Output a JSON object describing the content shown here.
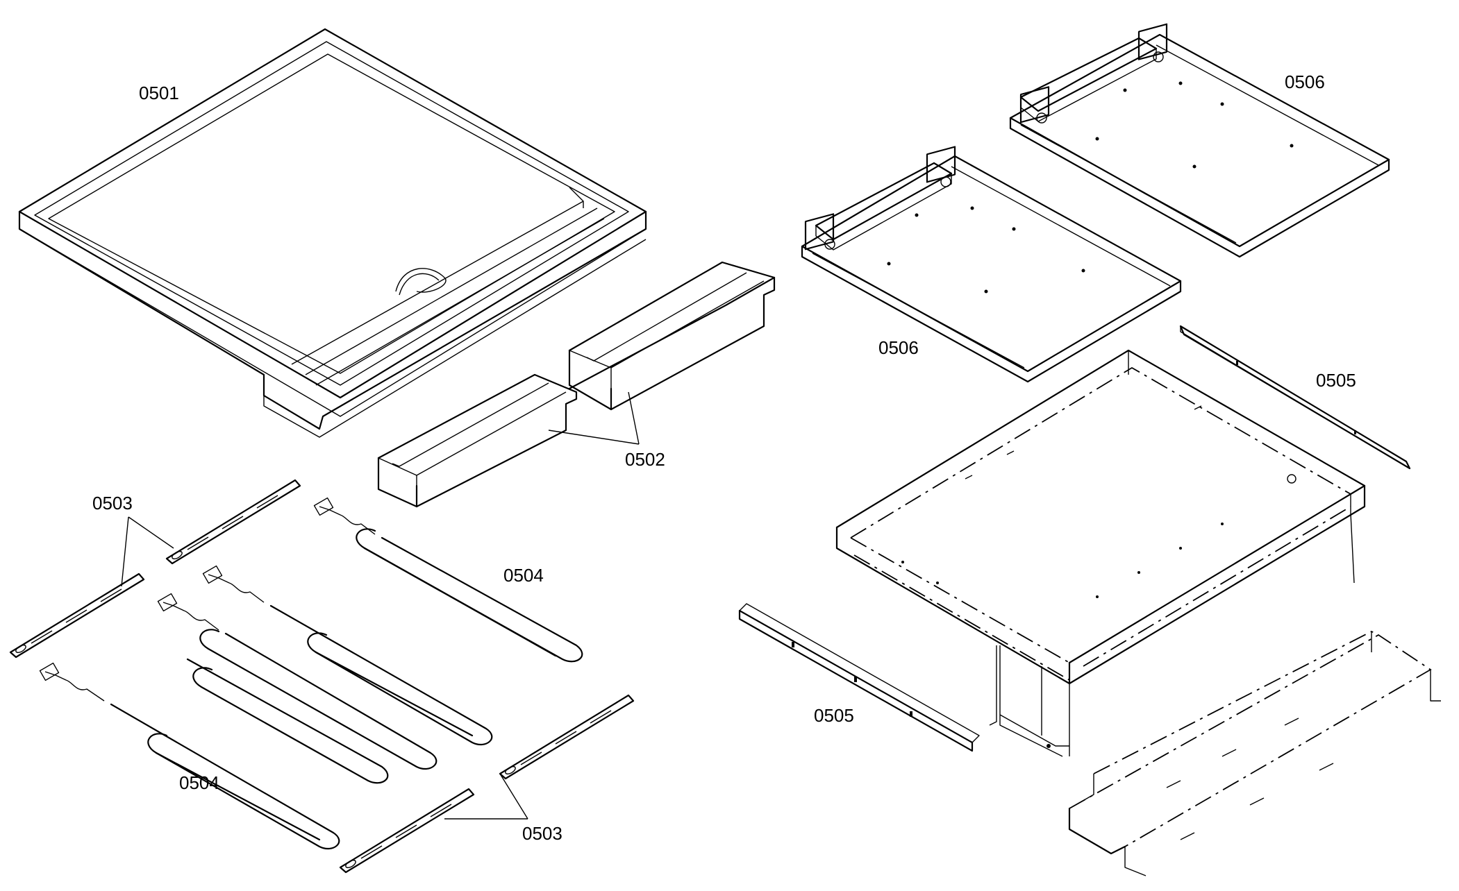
{
  "diagram": {
    "callouts": {
      "c0501": "0501",
      "c0502": "0502",
      "c0503a": "0503",
      "c0503b": "0503",
      "c0504a": "0504",
      "c0504b": "0504",
      "c0505a": "0505",
      "c0505b": "0505",
      "c0506a": "0506",
      "c0506b": "0506"
    },
    "colors": {
      "line": "#000000",
      "background": "#ffffff"
    }
  }
}
